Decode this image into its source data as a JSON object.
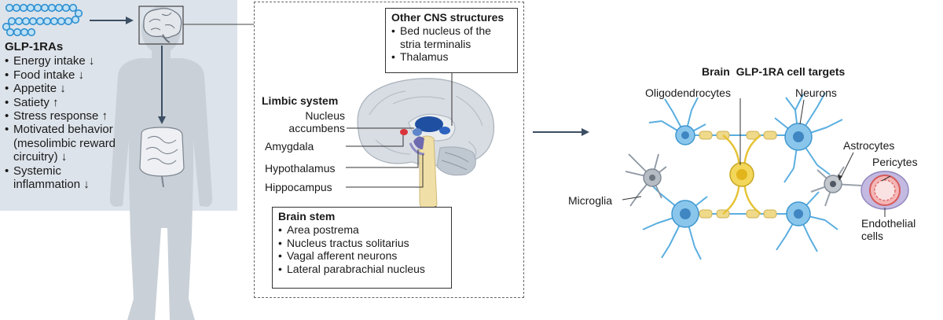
{
  "agonists": {
    "title": "GLP-1RAs",
    "effects": [
      "Energy intake ↓",
      "Food intake ↓",
      "Appetite ↓",
      "Satiety ↑",
      "Stress response ↑",
      "Motivated behavior (mesolimbic reward circuitry) ↓",
      "Systemic inflammation ↓"
    ]
  },
  "other_cns": {
    "title": "Other CNS structures",
    "items": [
      "Bed nucleus of the stria terminalis",
      "Thalamus"
    ]
  },
  "limbic": {
    "title": "Limbic system",
    "nucleus_accumbens": "Nucleus accumbens",
    "amygdala": "Amygdala",
    "hypothalamus": "Hypothalamus",
    "hippocampus": "Hippocampus"
  },
  "brain_stem": {
    "title": "Brain stem",
    "items": [
      "Area postrema",
      "Nucleus tractus solitarius",
      "Vagal afferent neurons",
      "Lateral parabrachial nucleus"
    ]
  },
  "cell_targets": {
    "title": "Brain  GLP-1RA cell targets",
    "oligodendrocytes": "Oligodendrocytes",
    "neurons": "Neurons",
    "astrocytes": "Astrocytes",
    "pericytes": "Pericytes",
    "microglia": "Microglia",
    "endothelial": "Endothelial cells"
  },
  "colors": {
    "panel": "#dde3ea",
    "body": "#c9d0d8",
    "neuron": "#5aaee0",
    "oligodendrocyte": "#e6c234",
    "microglia": "#9ba3ad",
    "endothelial": "#e87c7c",
    "pericyte": "#b3a8d4",
    "accumbens": "#1f4fa0",
    "amygdala": "#d9343b"
  }
}
